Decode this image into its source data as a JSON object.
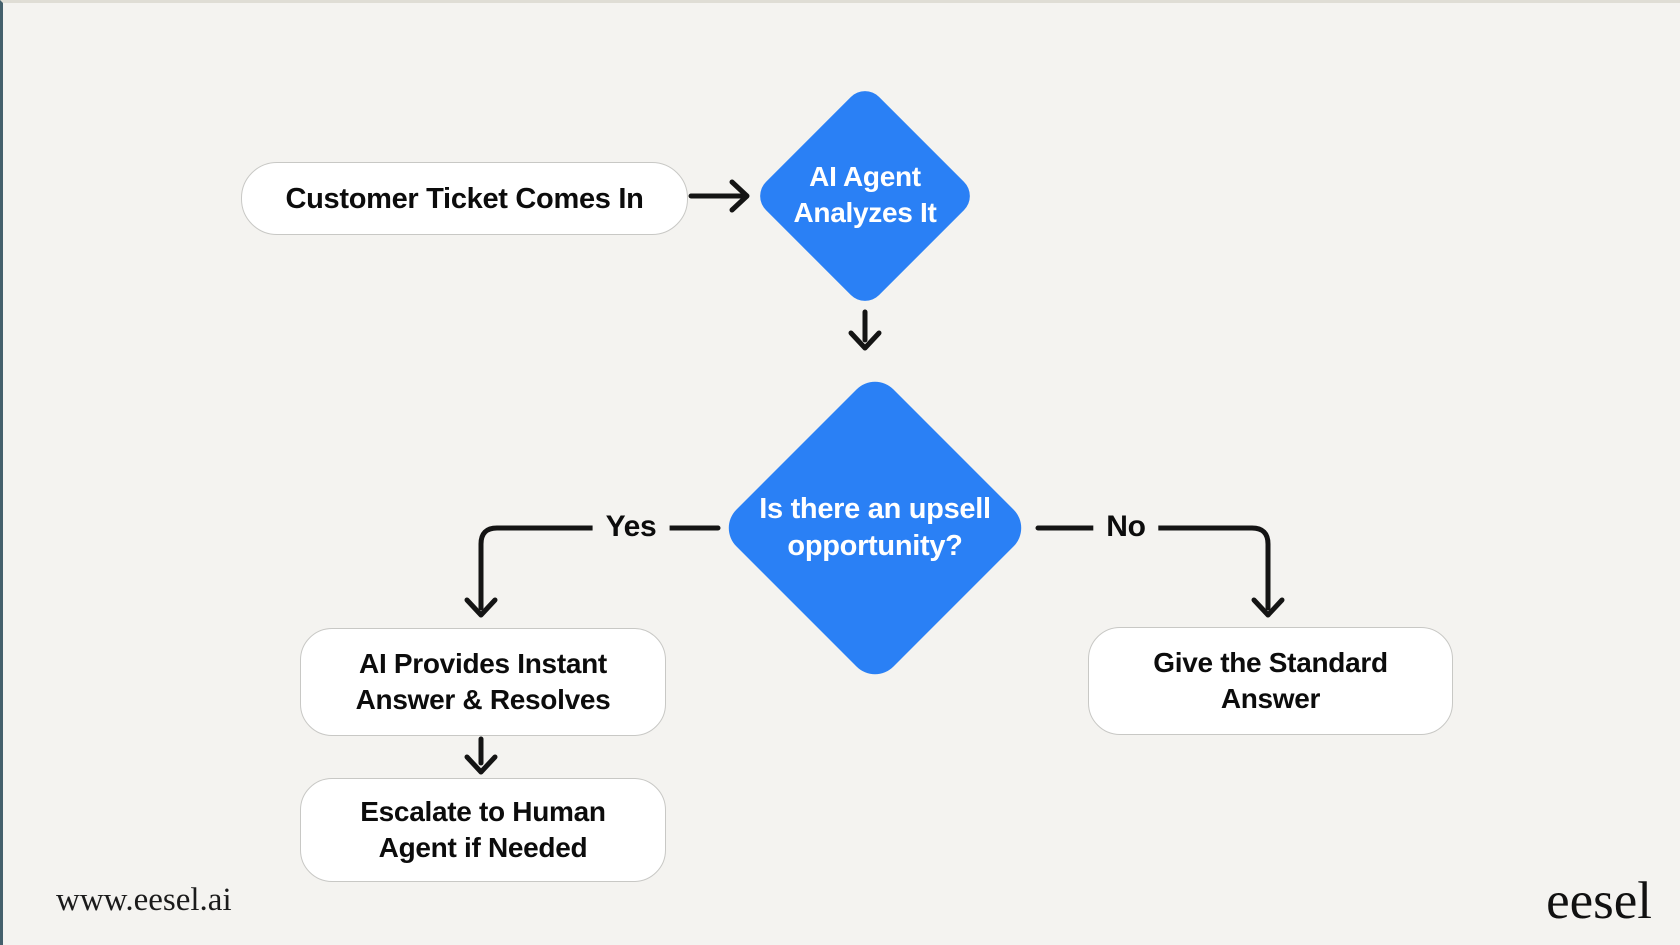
{
  "colors": {
    "bg": "#F4F3F0",
    "blue": "#2A80F5",
    "line": "#141414"
  },
  "flowchart": {
    "nodes": [
      {
        "id": "start",
        "type": "process",
        "lines": [
          "Customer Ticket Comes In"
        ]
      },
      {
        "id": "analyze",
        "type": "decision",
        "lines": [
          "AI Agent",
          "Analyzes It"
        ]
      },
      {
        "id": "upsell",
        "type": "decision",
        "lines": [
          "Is there an upsell",
          "opportunity?"
        ]
      },
      {
        "id": "instant",
        "type": "process",
        "lines": [
          "AI Provides Instant",
          "Answer & Resolves"
        ]
      },
      {
        "id": "escalate",
        "type": "process",
        "lines": [
          "Escalate to Human",
          "Agent if Needed"
        ]
      },
      {
        "id": "standard",
        "type": "process",
        "lines": [
          "Give the Standard",
          "Answer"
        ]
      }
    ],
    "branch_labels": {
      "yes": "Yes",
      "no": "No"
    }
  },
  "footer": {
    "website": "www.eesel.ai",
    "brand": "eesel"
  }
}
